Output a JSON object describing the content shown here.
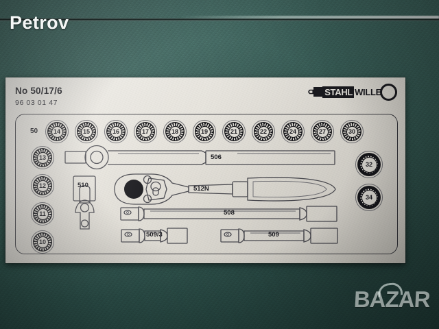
{
  "watermarks": {
    "seller": "Petrov",
    "site": "BAZAR"
  },
  "colors": {
    "background_metal": "#39605a",
    "label_paper": "#e6e3dc",
    "ink": "#1b1b20",
    "logo_black": "#1a1a1f"
  },
  "label": {
    "header": {
      "set_number": "No 50/17/6",
      "article_number": "96 03 01 47"
    },
    "brand": {
      "mark_left": "STAHL",
      "mark_right": "WILLE",
      "full_name": "STAHLWILLE",
      "wrench_icon": "open-end-wrench-icon",
      "ring_icon": "ring-spanner-icon"
    },
    "socket_series_label": "50",
    "sockets_top_row": [
      "14",
      "15",
      "16",
      "17",
      "18",
      "19",
      "21",
      "22",
      "24",
      "27",
      "30"
    ],
    "sockets_left_column": [
      "13",
      "12",
      "11",
      "10"
    ],
    "sockets_right_column": [
      "32",
      "34"
    ],
    "tools": [
      {
        "id": "506",
        "name": "sliding-t-handle",
        "label": "506"
      },
      {
        "id": "512N",
        "name": "reversible-ratchet",
        "label": "512N"
      },
      {
        "id": "510",
        "name": "universal-joint",
        "label": "510"
      },
      {
        "id": "508",
        "name": "extension-bar-long",
        "label": "508"
      },
      {
        "id": "509/3",
        "name": "extension-bar-short",
        "label": "509/3"
      },
      {
        "id": "509",
        "name": "extension-bar-medium",
        "label": "509"
      }
    ]
  }
}
